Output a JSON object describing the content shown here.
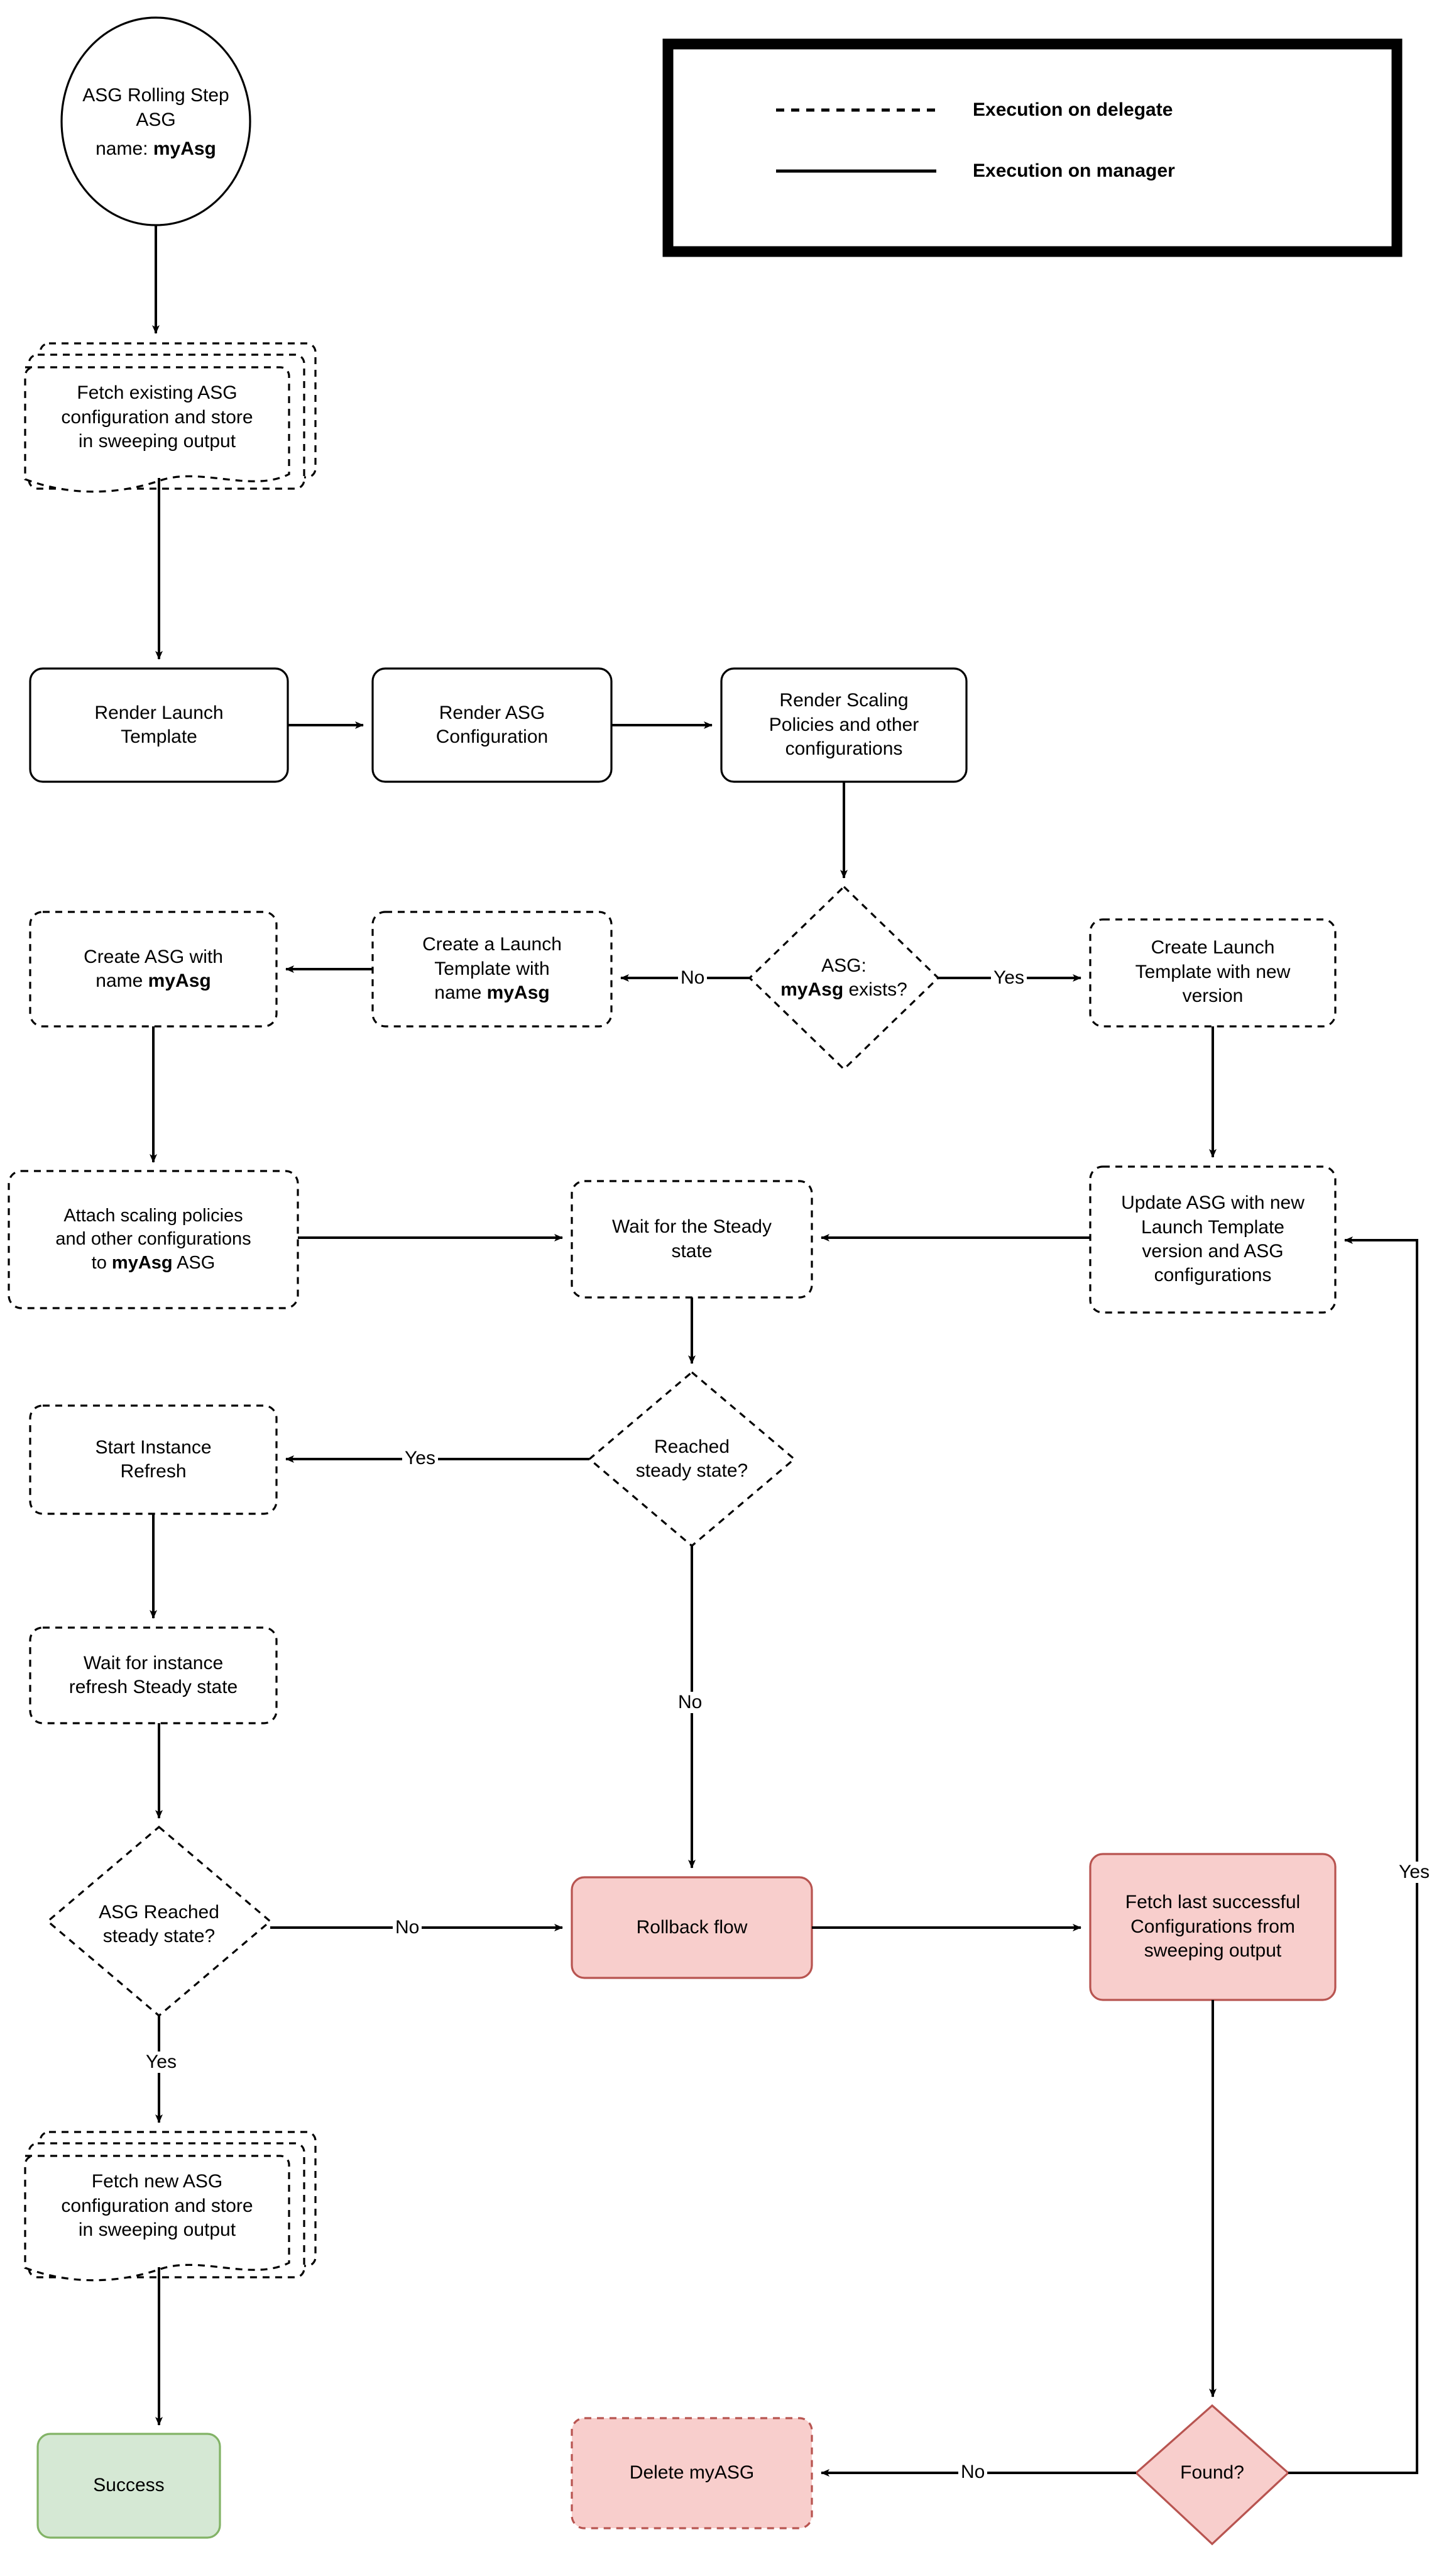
{
  "diagram": {
    "title_node": {
      "line1": "ASG Rolling Step",
      "line2": "ASG",
      "line3_prefix": "name: ",
      "line3_value": "myAsg"
    },
    "legend": {
      "delegate_label": "Execution on delegate",
      "manager_label": "Execution on manager",
      "delegate_style": "dashed",
      "manager_style": "solid"
    },
    "colors": {
      "stroke": "#000000",
      "pink_fill": "#f8cecc",
      "pink_stroke": "#b85450",
      "green_fill": "#d5e8d4",
      "green_stroke": "#82b366",
      "white_fill": "#ffffff"
    },
    "nodes": [
      {
        "id": "start",
        "shape": "ellipse",
        "style": "solid",
        "text": "ASG Rolling Step\nASG\nname: myAsg"
      },
      {
        "id": "fetch_existing",
        "shape": "multidocument",
        "style": "dashed",
        "text": "Fetch existing ASG\nconfiguration and store\nin sweeping output"
      },
      {
        "id": "render_lt",
        "shape": "rounded",
        "style": "solid",
        "text": "Render Launch\nTemplate"
      },
      {
        "id": "render_asg",
        "shape": "rounded",
        "style": "solid",
        "text": "Render ASG\nConfiguration"
      },
      {
        "id": "render_scaling",
        "shape": "rounded",
        "style": "solid",
        "text": "Render Scaling\nPolicies and other\nconfigurations"
      },
      {
        "id": "asg_exists",
        "shape": "diamond",
        "style": "dashed",
        "text": "ASG:\nmyAsg exists?"
      },
      {
        "id": "create_lt_named",
        "shape": "rounded",
        "style": "dashed",
        "text": "Create a Launch\nTemplate with\nname myAsg"
      },
      {
        "id": "create_asg",
        "shape": "rounded",
        "style": "dashed",
        "text": "Create ASG with\nname myAsg"
      },
      {
        "id": "create_lt_newver",
        "shape": "rounded",
        "style": "dashed",
        "text": "Create Launch\nTemplate with new\nversion"
      },
      {
        "id": "attach_policies",
        "shape": "rounded",
        "style": "dashed",
        "text": "Attach scaling policies\nand other configurations\nto myAsg ASG"
      },
      {
        "id": "wait_steady",
        "shape": "rounded",
        "style": "dashed",
        "text": "Wait for the Steady\nstate"
      },
      {
        "id": "update_asg",
        "shape": "rounded",
        "style": "dashed",
        "text": "Update ASG with new\nLaunch Template\nversion and ASG\nconfigurations"
      },
      {
        "id": "reached_steady",
        "shape": "diamond",
        "style": "dashed",
        "text": "Reached\nsteady state?"
      },
      {
        "id": "start_refresh",
        "shape": "rounded",
        "style": "dashed",
        "text": "Start Instance\nRefresh"
      },
      {
        "id": "wait_refresh",
        "shape": "rounded",
        "style": "dashed",
        "text": "Wait for instance\nrefresh Steady state"
      },
      {
        "id": "asg_reached",
        "shape": "diamond",
        "style": "dashed",
        "text": "ASG Reached\nsteady state?"
      },
      {
        "id": "rollback_flow",
        "shape": "rounded",
        "style": "solid",
        "fill": "pink",
        "text": "Rollback flow"
      },
      {
        "id": "fetch_last",
        "shape": "rounded",
        "style": "solid",
        "fill": "pink",
        "text": "Fetch last successful\nConfigurations from\nsweeping output"
      },
      {
        "id": "fetch_new",
        "shape": "multidocument",
        "style": "dashed",
        "text": "Fetch new ASG\nconfiguration and store\nin sweeping output"
      },
      {
        "id": "success",
        "shape": "rounded",
        "style": "solid",
        "fill": "green",
        "text": "Success"
      },
      {
        "id": "delete_myasg",
        "shape": "rounded",
        "style": "dashed",
        "fill": "pink",
        "text": "Delete myASG"
      },
      {
        "id": "found",
        "shape": "diamond",
        "style": "solid",
        "fill": "pink",
        "text": "Found?"
      }
    ],
    "node_labels": {
      "start_l1": "ASG Rolling Step",
      "start_l2": "ASG",
      "start_l3a": "name: ",
      "start_l3b": "myAsg",
      "fetch_existing": "Fetch existing ASG\nconfiguration and store\nin sweeping output",
      "render_lt": "Render Launch\nTemplate",
      "render_asg": "Render ASG\nConfiguration",
      "render_scaling": "Render Scaling\nPolicies and other\nconfigurations",
      "asg_exists_l1": "ASG:",
      "asg_exists_l2a": "myAsg",
      "asg_exists_l2b": " exists?",
      "create_lt_named_l1": "Create a Launch",
      "create_lt_named_l2": "Template with",
      "create_lt_named_l3a": "name ",
      "create_lt_named_l3b": "myAsg",
      "create_asg_l1": "Create ASG with",
      "create_asg_l2a": "name ",
      "create_asg_l2b": "myAsg",
      "create_lt_newver": "Create Launch\nTemplate with new\nversion",
      "attach_policies_l1": "Attach scaling policies",
      "attach_policies_l2": "and other configurations",
      "attach_policies_l3a": "to ",
      "attach_policies_l3b": "myAsg",
      "attach_policies_l3c": " ASG",
      "wait_steady": "Wait for the Steady\nstate",
      "update_asg": "Update ASG with new\nLaunch Template\nversion and ASG\nconfigurations",
      "reached_steady": "Reached\nsteady state?",
      "start_refresh": "Start Instance\nRefresh",
      "wait_refresh": "Wait for instance\nrefresh Steady state",
      "asg_reached": "ASG Reached\nsteady state?",
      "rollback_flow": "Rollback flow",
      "fetch_last": "Fetch last successful\nConfigurations from\nsweeping output",
      "fetch_new": "Fetch new ASG\nconfiguration and store\nin sweeping output",
      "success": "Success",
      "delete_myasg": "Delete myASG",
      "found": "Found?"
    },
    "edge_labels": {
      "asg_exists_no": "No",
      "asg_exists_yes": "Yes",
      "reached_steady_yes": "Yes",
      "reached_steady_no": "No",
      "asg_reached_no": "No",
      "asg_reached_yes": "Yes",
      "found_no": "No",
      "found_yes": "Yes"
    }
  }
}
